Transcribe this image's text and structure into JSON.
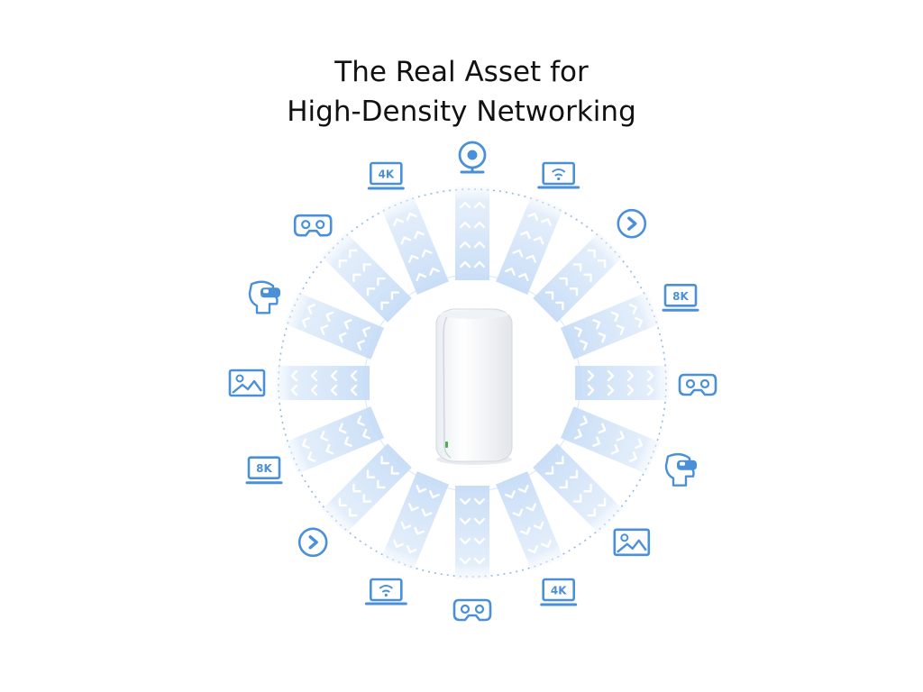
{
  "headline": {
    "line1": "The Real Asset for",
    "line2": "High-Density Networking"
  },
  "colors": {
    "accent": "#4a90d9",
    "beam": "#c6dcf6",
    "beam_arrow": "#ffffff",
    "ring": "#8fb9e6",
    "router_body": "#f5f7f9",
    "status_led": "#4caf50"
  },
  "devices": [
    {
      "icon": "webcam-icon"
    },
    {
      "icon": "laptop-wifi-icon"
    },
    {
      "icon": "play-button-icon"
    },
    {
      "icon": "8k-display-icon",
      "label": "8K"
    },
    {
      "icon": "gamepad-icon"
    },
    {
      "icon": "vr-headset-icon"
    },
    {
      "icon": "image-icon"
    },
    {
      "icon": "4k-display-icon",
      "label": "4K"
    },
    {
      "icon": "gamepad-icon"
    },
    {
      "icon": "laptop-wifi-icon"
    },
    {
      "icon": "play-button-icon"
    },
    {
      "icon": "8k-display-icon",
      "label": "8K"
    },
    {
      "icon": "image-icon"
    },
    {
      "icon": "vr-headset-icon"
    },
    {
      "icon": "gamepad-icon"
    },
    {
      "icon": "4k-display-icon",
      "label": "4K"
    }
  ],
  "router": {
    "icon": "mesh-router-icon"
  }
}
